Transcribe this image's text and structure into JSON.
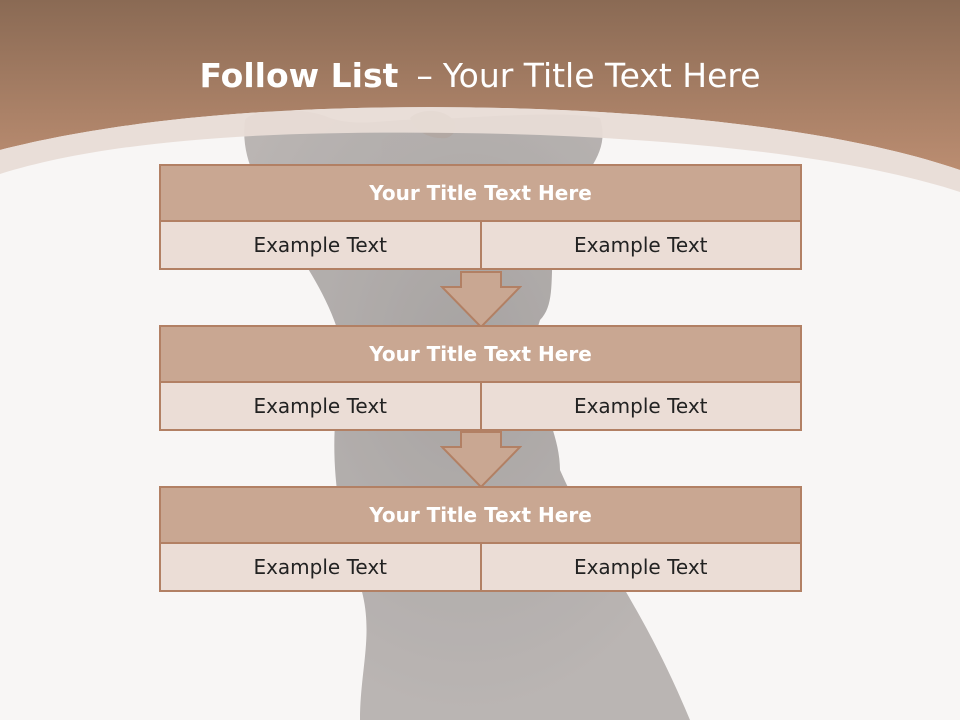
{
  "slide": {
    "title_bold": "Follow List",
    "title_sep": "–",
    "title_rest": "Your Title Text Here"
  },
  "blocks": [
    {
      "title": "Your Title Text Here",
      "left": "Example Text",
      "right": "Example Text"
    },
    {
      "title": "Your Title Text Here",
      "left": "Example Text",
      "right": "Example Text"
    },
    {
      "title": "Your Title Text Here",
      "left": "Example Text",
      "right": "Example Text"
    }
  ],
  "colors": {
    "header_top": "#8a6a54",
    "header_bottom": "#b98a6e",
    "block_header": "#c9a792",
    "block_cell": "#ebddd6",
    "border": "#b28064"
  },
  "icons": [
    "down-arrow-icon",
    "down-arrow-icon"
  ]
}
